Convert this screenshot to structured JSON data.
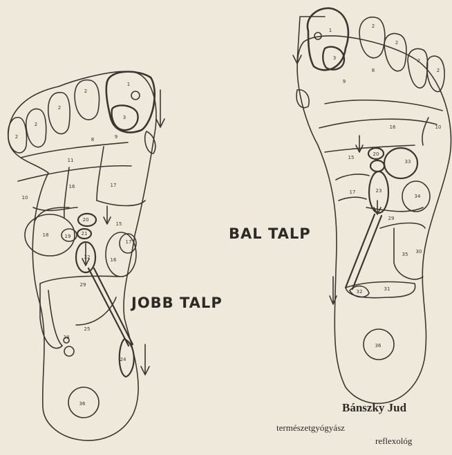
{
  "captions": {
    "right_foot": "JOBB TALP",
    "left_foot": "BAL TALP"
  },
  "credit": {
    "name": "Bánszky Jud",
    "role": "természetgyógyász",
    "role2": "reflexológ"
  },
  "zones_right": [
    "2",
    "2",
    "2",
    "2",
    "1",
    "3",
    "8",
    "9",
    "11",
    "10",
    "16",
    "17",
    "15",
    "18",
    "19",
    "20",
    "21",
    "22",
    "29",
    "17",
    "16",
    "25",
    "28",
    "24",
    "36"
  ],
  "zones_left": [
    "1",
    "3",
    "2",
    "2",
    "2",
    "2",
    "8",
    "9",
    "10",
    "16",
    "20",
    "15",
    "33",
    "23",
    "17",
    "34",
    "29",
    "35",
    "36",
    "31",
    "32",
    "30"
  ],
  "colors": {
    "background": "#efe9dc",
    "ink": "#3a362f"
  }
}
